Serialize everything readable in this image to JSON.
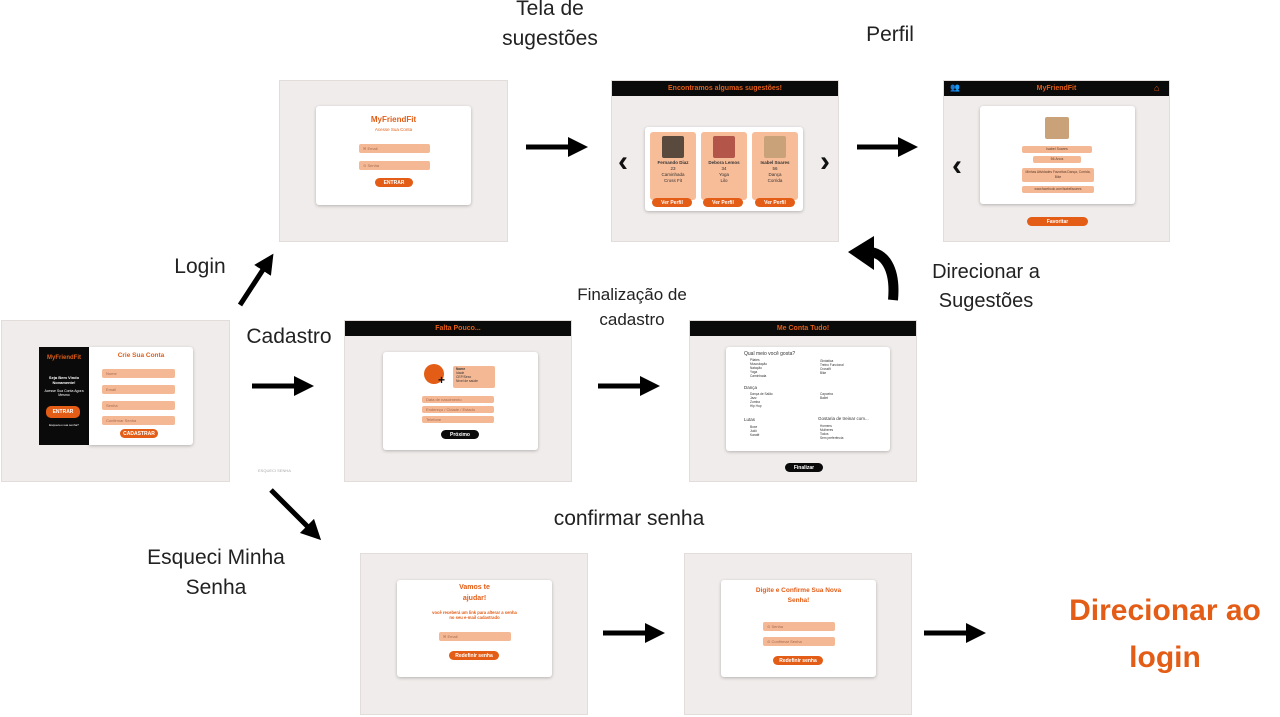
{
  "labels": {
    "tela_sugestoes": "Tela de sugestões",
    "perfil": "Perfil",
    "login": "Login",
    "cadastro": "Cadastro",
    "finalizacao": "Finalização de cadastro",
    "direcionar_sugestoes": "Direcionar a Sugestões",
    "confirmar_senha": "confirmar senha",
    "esqueci": "Esqueci Minha Senha",
    "direcionar_login": "Direcionar ao login",
    "small_caption": "ESQUECI SENHA"
  },
  "login_screen": {
    "title": "MyFriendFit",
    "subtitle": "Acesse Sua Conta",
    "email_placeholder": "✉ Email",
    "password_placeholder": "⊙ Senha",
    "button": "ENTRAR"
  },
  "suggestions_screen": {
    "header": "Encontramos algumas sugestões!",
    "people": [
      {
        "name": "Fernando Diaz",
        "age": "23",
        "activity": "Caminhada",
        "place": "Cross Fit",
        "button": "Ver Perfil"
      },
      {
        "name": "Debora Lemos",
        "age": "34",
        "activity": "Yoga",
        "place": "Lilo",
        "button": "Ver Perfil"
      },
      {
        "name": "Isabel Soares",
        "age": "56",
        "activity": "Dança",
        "place": "Corrida",
        "button": "Ver Perfil"
      }
    ]
  },
  "profile_screen": {
    "title": "MyFriendFit",
    "name": "Isabel Soares",
    "age": "56 Anos",
    "interests": "Minhas Atividades Favoritas Dança, Corrida, Bike",
    "link": "www.facebook.com/isabellsoares",
    "button": "Favoritar"
  },
  "create_account_screen": {
    "brand": "MyFriendFit",
    "welcome": "Seja Bem Vindo Novamente!",
    "sub": "Acesse Sua Conta Agora Mesmo",
    "enter_button": "ENTRAR",
    "forgot": "Esqueceu sua senha?",
    "title": "Crie Sua Conta",
    "fields": [
      "Nome",
      "Email",
      "Senha",
      "Confirmar Senha"
    ],
    "button": "CADASTRAR"
  },
  "almost_screen": {
    "header": "Falta Pouco...",
    "info": [
      "Nome",
      "Idade",
      "CEP/Sexo",
      "Nível de saúde"
    ],
    "fields": [
      "Data de nascimento",
      "Endereço / Cidade / Estado",
      "Telefone"
    ],
    "button": "Próximo"
  },
  "tell_all_screen": {
    "header": "Me Conta Tudo!",
    "q1": "Qual meio você gosta?",
    "col1": [
      "Pilates",
      "Musculação",
      "Natação",
      "Yoga",
      "Caminhada"
    ],
    "col2": [
      "Ginástica",
      "Treino Funcional",
      "Crossfit",
      "Bike"
    ],
    "q2": "Dança",
    "col3": [
      "Dança de Salão",
      "Jazz",
      "Zumba",
      "Hip Hop"
    ],
    "col4": [
      "Capoeira",
      "Ballet"
    ],
    "q3": "Lutas",
    "col5": [
      "Boxe",
      "Judô",
      "Karatê"
    ],
    "q4": "Gostaria de treinar com...",
    "col6": [
      "Homens",
      "Mulheres",
      "Todos",
      "Sem preferência"
    ],
    "button": "Finalizar"
  },
  "help_screen": {
    "title": "Vamos te ajudar!",
    "text": "você receberá um link para alterar a senha no seu e-mail cadastrado",
    "field": "✉ Email",
    "button": "Redefinir senha"
  },
  "confirm_screen": {
    "title": "Digite e Confirme Sua Nova Senha!",
    "fields": [
      "⊙ Senha",
      "⊙ Confirmar Senha"
    ],
    "button": "Redefinir senha"
  },
  "colors": {
    "accent": "#e35d16",
    "screen_bg": "#f0eceb",
    "bar": "#0a0a0a",
    "peach": "#f5b894"
  }
}
